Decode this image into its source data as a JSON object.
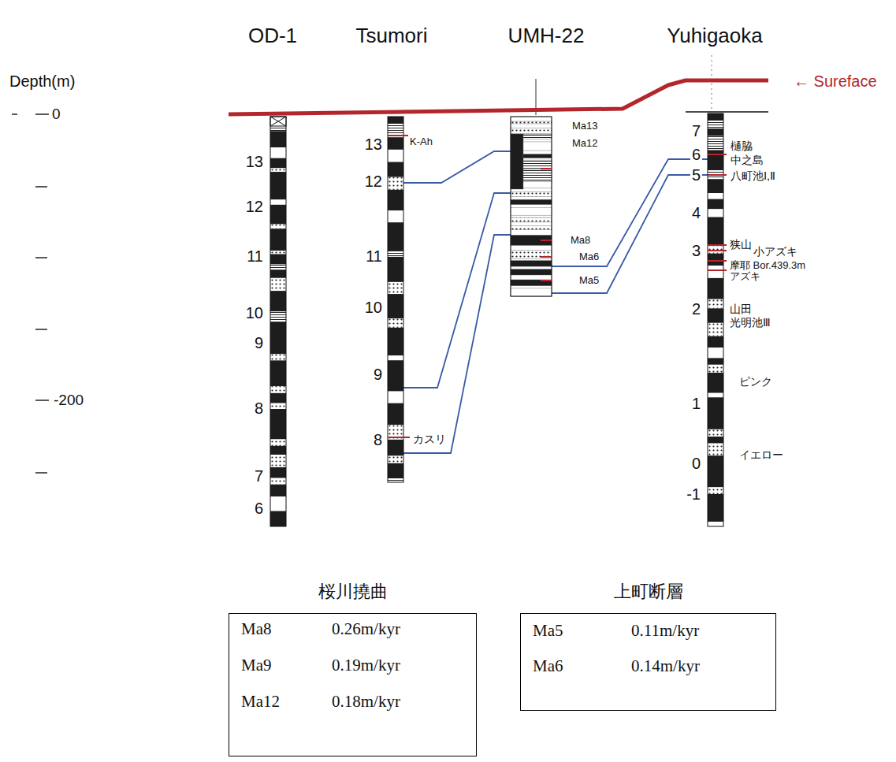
{
  "diagram": {
    "nodes": [
      {
        "text": [
          "OD-1"
        ]
      },
      {
        "text": [
          "Tsumori"
        ]
      },
      {
        "text": [
          "UMH-22"
        ]
      },
      {
        "text": [
          "Yuhigaoka"
        ]
      },
      {
        "text": [
          "桜川撓曲",
          "Ma8",
          "0.26m/kyr",
          "Ma9",
          "0.19m/kyr",
          "Ma12",
          "0.18m/kyr"
        ]
      },
      {
        "text": [
          "上町断層",
          "Ma5",
          "0.11m/kyr",
          "Ma6",
          "0.14m/kyr"
        ]
      }
    ],
    "edges": [
      {
        "from": 1,
        "to": 2,
        "arrow": "none"
      },
      {
        "from": 1,
        "to": 2,
        "arrow": "none"
      },
      {
        "from": 1,
        "to": 2,
        "arrow": "none"
      },
      {
        "from": 2,
        "to": 3,
        "arrow": "none"
      },
      {
        "from": 2,
        "to": 3,
        "arrow": "none"
      }
    ],
    "labels": [
      "Depth(m)",
      "0",
      "-200",
      "13",
      "12",
      "11",
      "10",
      "9",
      "8",
      "7",
      "6",
      "13",
      "12",
      "11",
      "10",
      "9",
      "8",
      "K-Ah",
      "カスリ",
      "Ma13",
      "Ma12",
      "Ma8",
      "Ma6",
      "Ma5",
      "7",
      "6",
      "5",
      "4",
      "3",
      "2",
      "1",
      "0",
      "-1",
      "樋脇",
      "中之島",
      "八町池Ⅰ,Ⅱ",
      "狭山",
      "小アズキ",
      "摩耶 Bor.439.3m",
      "アズキ",
      "山田",
      "光明池Ⅲ",
      "ピンク",
      "イエロー",
      "← Sureface"
    ]
  }
}
